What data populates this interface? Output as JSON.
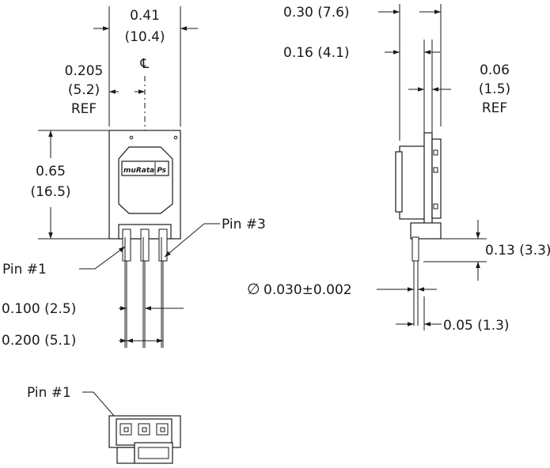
{
  "front_view": {
    "width_in": "0.41",
    "width_mm": "(10.4)",
    "centerline_symbol": "℄",
    "half_width_in": "0.205",
    "half_width_mm": "(5.2)",
    "half_width_ref": "REF",
    "height_in": "0.65",
    "height_mm": "(16.5)",
    "logo_text": "muRata Ps",
    "pin1_label": "Pin #1",
    "pin3_label": "Pin #3",
    "pitch_label": "0.100 (2.5)",
    "span_label": "0.200 (5.1)"
  },
  "side_view": {
    "depth_label": "0.30 (7.6)",
    "board_offset_label": "0.16 (4.1)",
    "board_thk_in": "0.06",
    "board_thk_mm": "(1.5)",
    "board_thk_ref": "REF",
    "standoff_label": "0.13 (3.3)",
    "pin_dia_symbol": "∅",
    "pin_dia_label": "0.030±0.002",
    "pin_offset_label": "0.05 (1.3)"
  },
  "bottom_view": {
    "pin1_label": "Pin #1"
  }
}
